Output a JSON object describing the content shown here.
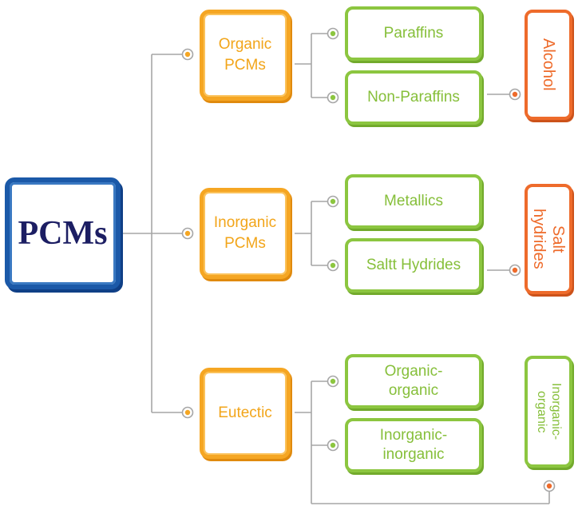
{
  "root": {
    "label": "PCMs"
  },
  "categories": [
    {
      "label": "Organic\nPCMs"
    },
    {
      "label": "Inorganic\nPCMs"
    },
    {
      "label": "Eutectic"
    }
  ],
  "subtypes": [
    {
      "label": "Paraffins"
    },
    {
      "label": "Non-Paraffins"
    },
    {
      "label": "Metallics"
    },
    {
      "label": "Saltt Hydrides"
    },
    {
      "label": "Organic-\norganic"
    },
    {
      "label": "Inorganic-\ninorganic"
    }
  ],
  "examples": [
    {
      "label": "Alcohol"
    },
    {
      "label": "Salt\nhydrides"
    },
    {
      "label": "Inorganic-\norganic"
    }
  ],
  "colors": {
    "root": "#1b59a8",
    "category": "#f5a623",
    "subtype": "#8cc640",
    "example": "#ee6b2b",
    "connector": "#a6a6a6"
  }
}
